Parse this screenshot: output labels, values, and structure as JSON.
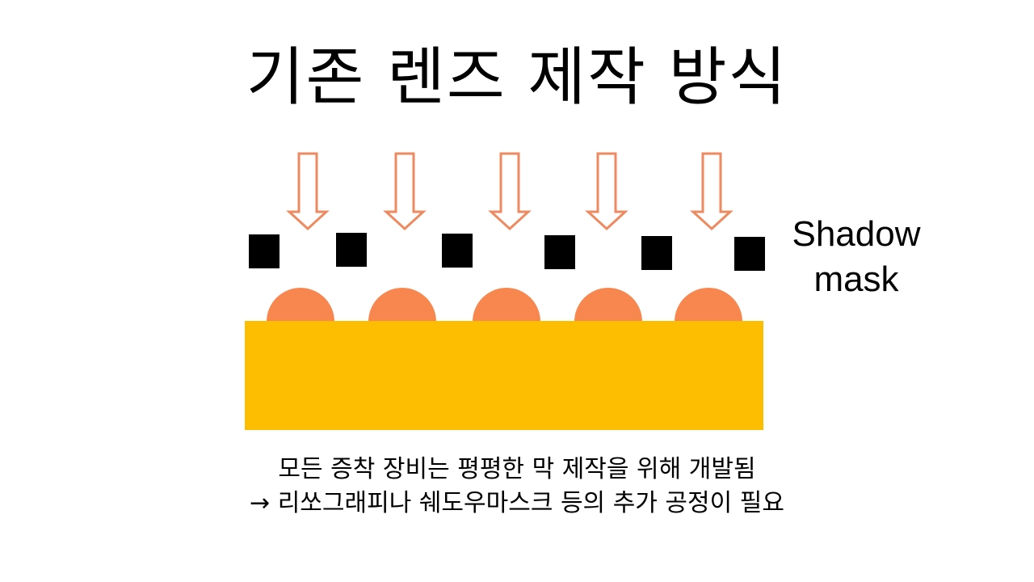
{
  "slide": {
    "title": "기존 렌즈 제작 방식",
    "mask_label_line1": "Shadow",
    "mask_label_line2": "mask",
    "caption_line1": "모든 증착 장비는 평평한 막 제작을 위해 개발됨",
    "caption_line2": "→ 리쏘그래피나 쉐도우마스크 등의 추가 공정이 필요"
  },
  "colors": {
    "arrow_stroke": "#ee8a60",
    "mask_block": "#000000",
    "lens": "#f7864f",
    "substrate": "#fdbe02"
  },
  "icons": {
    "arrow": "hollow-down-arrow-icon"
  }
}
